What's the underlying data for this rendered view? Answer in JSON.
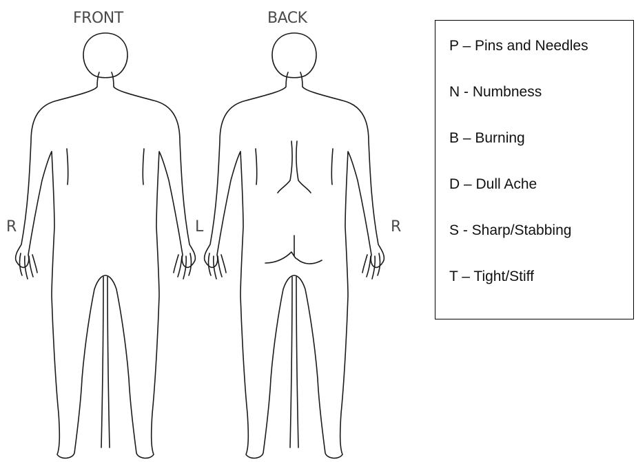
{
  "diagram": {
    "front_label": "FRONT",
    "back_label": "BACK",
    "front_right_side_label": "R",
    "back_left_side_label": "L",
    "back_right_side_label": "R"
  },
  "legend": {
    "items": [
      {
        "text": "P – Pins and Needles"
      },
      {
        "text": "N - Numbness"
      },
      {
        "text": "B – Burning"
      },
      {
        "text": "D – Dull Ache"
      },
      {
        "text": "S - Sharp/Stabbing"
      },
      {
        "text": "T – Tight/Stiff"
      }
    ]
  }
}
